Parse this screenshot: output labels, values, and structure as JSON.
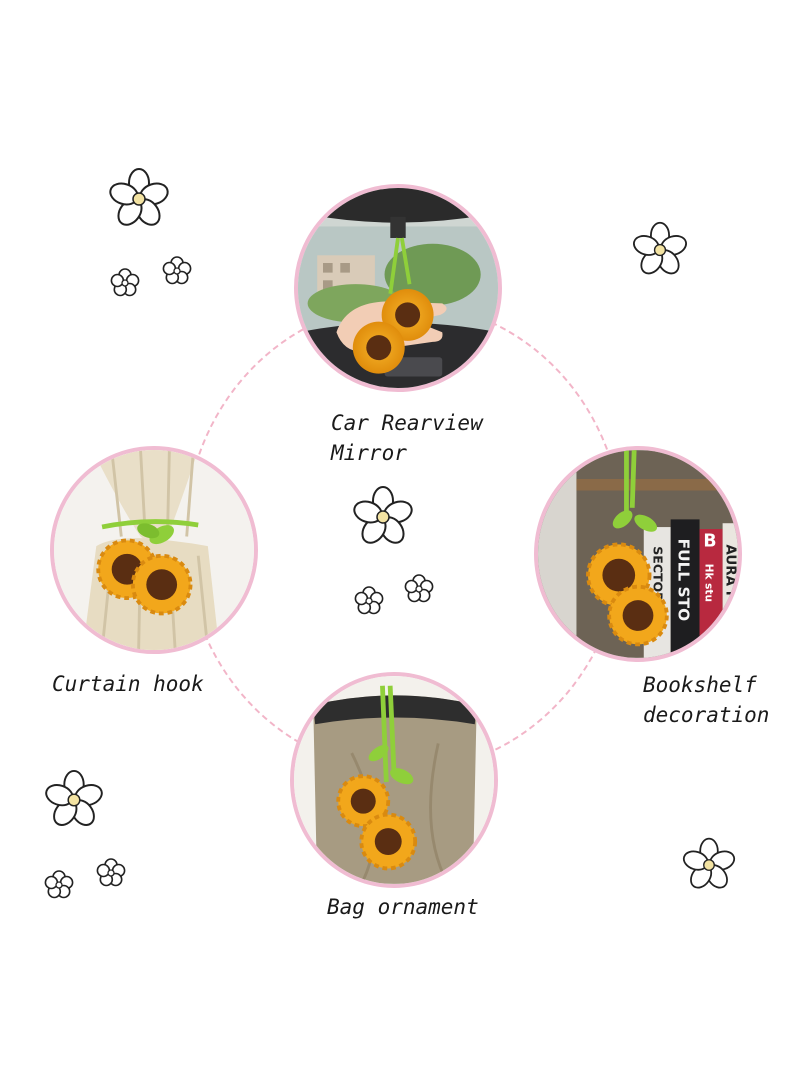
{
  "scenes": {
    "car_mirror": {
      "label_line1": "Car Rearview",
      "label_line2": "Mirror",
      "icon": "car-mirror-photo"
    },
    "curtain_hook": {
      "label": "Curtain hook",
      "icon": "curtain-photo"
    },
    "bookshelf": {
      "label_line1": "Bookshelf",
      "label_line2": "decoration",
      "icon": "bookshelf-photo",
      "book_spines": [
        "SECTOR",
        "FULL STO",
        "AURA FO",
        "Hk stu"
      ],
      "book_letter": "B"
    },
    "bag": {
      "label": "Bag ornament",
      "icon": "bag-photo"
    }
  },
  "colors": {
    "ring_border": "#f0bcd2",
    "dashed_ring": "#f2b5c8",
    "petal": "#f2a71b",
    "petal_dark": "#d98a10",
    "center": "#5a2e12",
    "leaf": "#8fcf3a"
  }
}
